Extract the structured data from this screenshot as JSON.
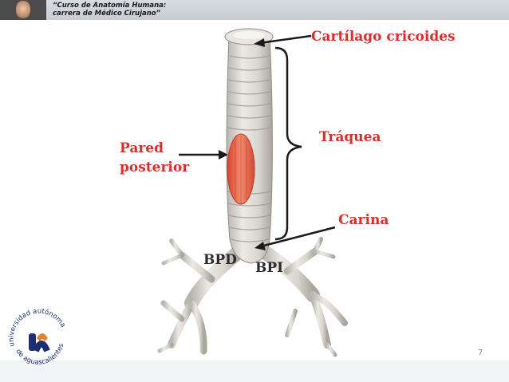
{
  "header": {
    "course_line1": "“Curso de Anatomía Humana:",
    "course_line2": "carrera de Médico Cirujano”"
  },
  "labels": {
    "cricoid": "Cartílago cricoides",
    "trachea": "Tráquea",
    "wall_line1": "Pared",
    "wall_line2": "posterior",
    "carina": "Carina",
    "bpd": "BPD",
    "bpi": "BPI"
  },
  "footer": {
    "page_number": "7",
    "logo_text_top": "universidad autónoma",
    "logo_text_bottom": "de aguascalientes"
  },
  "colors": {
    "label_red": "#d6302a",
    "label_dark": "#2b2b2b",
    "cartilage": "#e4e1dc",
    "muscle": "#e8674d"
  }
}
